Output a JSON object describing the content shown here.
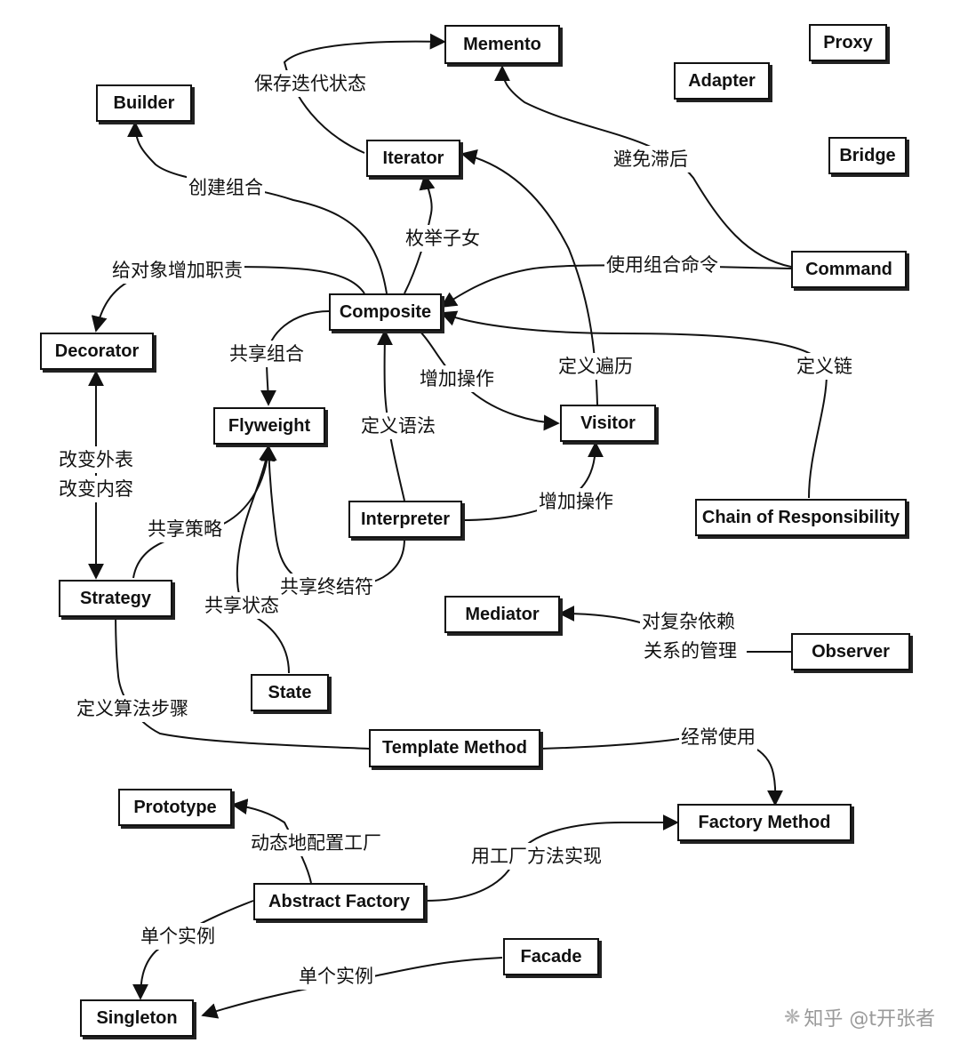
{
  "patterns": {
    "memento": "Memento",
    "proxy": "Proxy",
    "adapter": "Adapter",
    "builder": "Builder",
    "iterator": "Iterator",
    "bridge": "Bridge",
    "command": "Command",
    "composite": "Composite",
    "decorator": "Decorator",
    "flyweight": "Flyweight",
    "visitor": "Visitor",
    "interpreter": "Interpreter",
    "chain": "Chain of Responsibility",
    "strategy": "Strategy",
    "mediator": "Mediator",
    "observer": "Observer",
    "state": "State",
    "template_method": "Template Method",
    "prototype": "Prototype",
    "factory_method": "Factory Method",
    "abstract_factory": "Abstract Factory",
    "facade": "Facade",
    "singleton": "Singleton"
  },
  "relations": {
    "save_iteration_state": "保存迭代状态",
    "avoid_lag": "避免滞后",
    "create_composite": "创建组合",
    "enumerate_children": "枚举子女",
    "add_responsibilities": "给对象增加职责",
    "use_composite_command": "使用组合命令",
    "share_composite": "共享组合",
    "add_operations": "增加操作",
    "define_traversal": "定义遍历",
    "define_chain": "定义链",
    "define_grammar": "定义语法",
    "change_skin": "改变外表",
    "change_guts": "改变内容",
    "add_operations_2": "增加操作",
    "share_strategies": "共享策略",
    "share_terminals": "共享终结符",
    "share_state": "共享状态",
    "complex_dependency_1": "对复杂依赖",
    "complex_dependency_2": "关系的管理",
    "define_algorithm_steps": "定义算法步骤",
    "often_uses": "经常使用",
    "configure_factory": "动态地配置工厂",
    "implement_with_factory_method": "用工厂方法实现",
    "single_instance": "单个实例",
    "single_instance_2": "单个实例"
  },
  "watermark": "知乎 @t开张者",
  "watermark_icon": "paw-icon",
  "colors": {
    "line": "#111111",
    "box_border": "#111111",
    "watermark": "#9a9a9a"
  }
}
